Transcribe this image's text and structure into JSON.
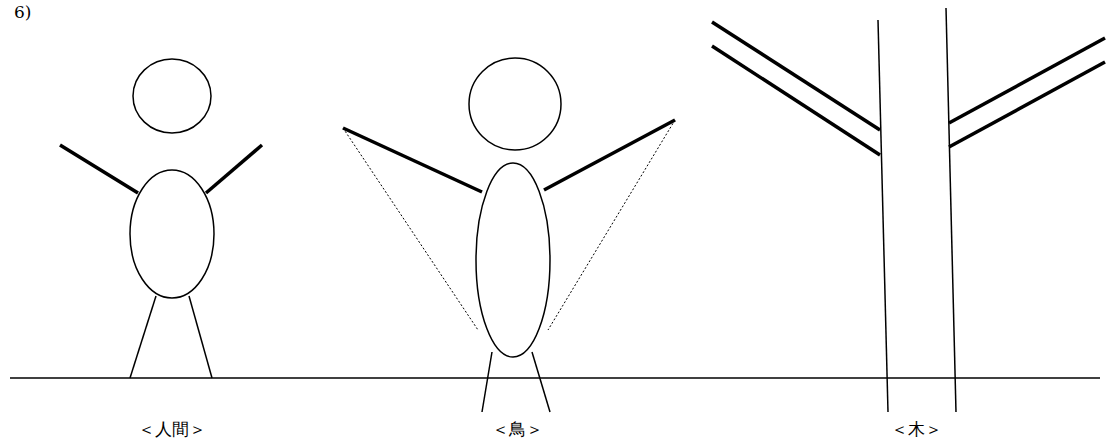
{
  "diagram": {
    "labels": [
      "6)",
      "＜人間＞",
      "＜鳥＞",
      "＜木＞"
    ]
  }
}
